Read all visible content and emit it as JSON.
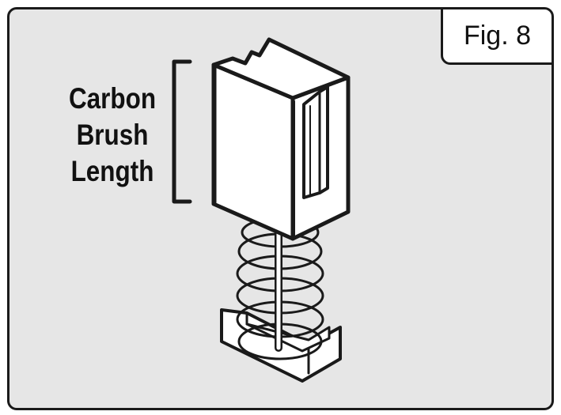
{
  "figure": {
    "label": "Fig. 8"
  },
  "caption": {
    "lines": [
      "Carbon",
      "Brush",
      "Length"
    ]
  },
  "colors": {
    "background": "#e6e6e6",
    "outline": "#1a1a1a",
    "part_fill": "#ffffff",
    "panel_fill": "#ffffff"
  }
}
